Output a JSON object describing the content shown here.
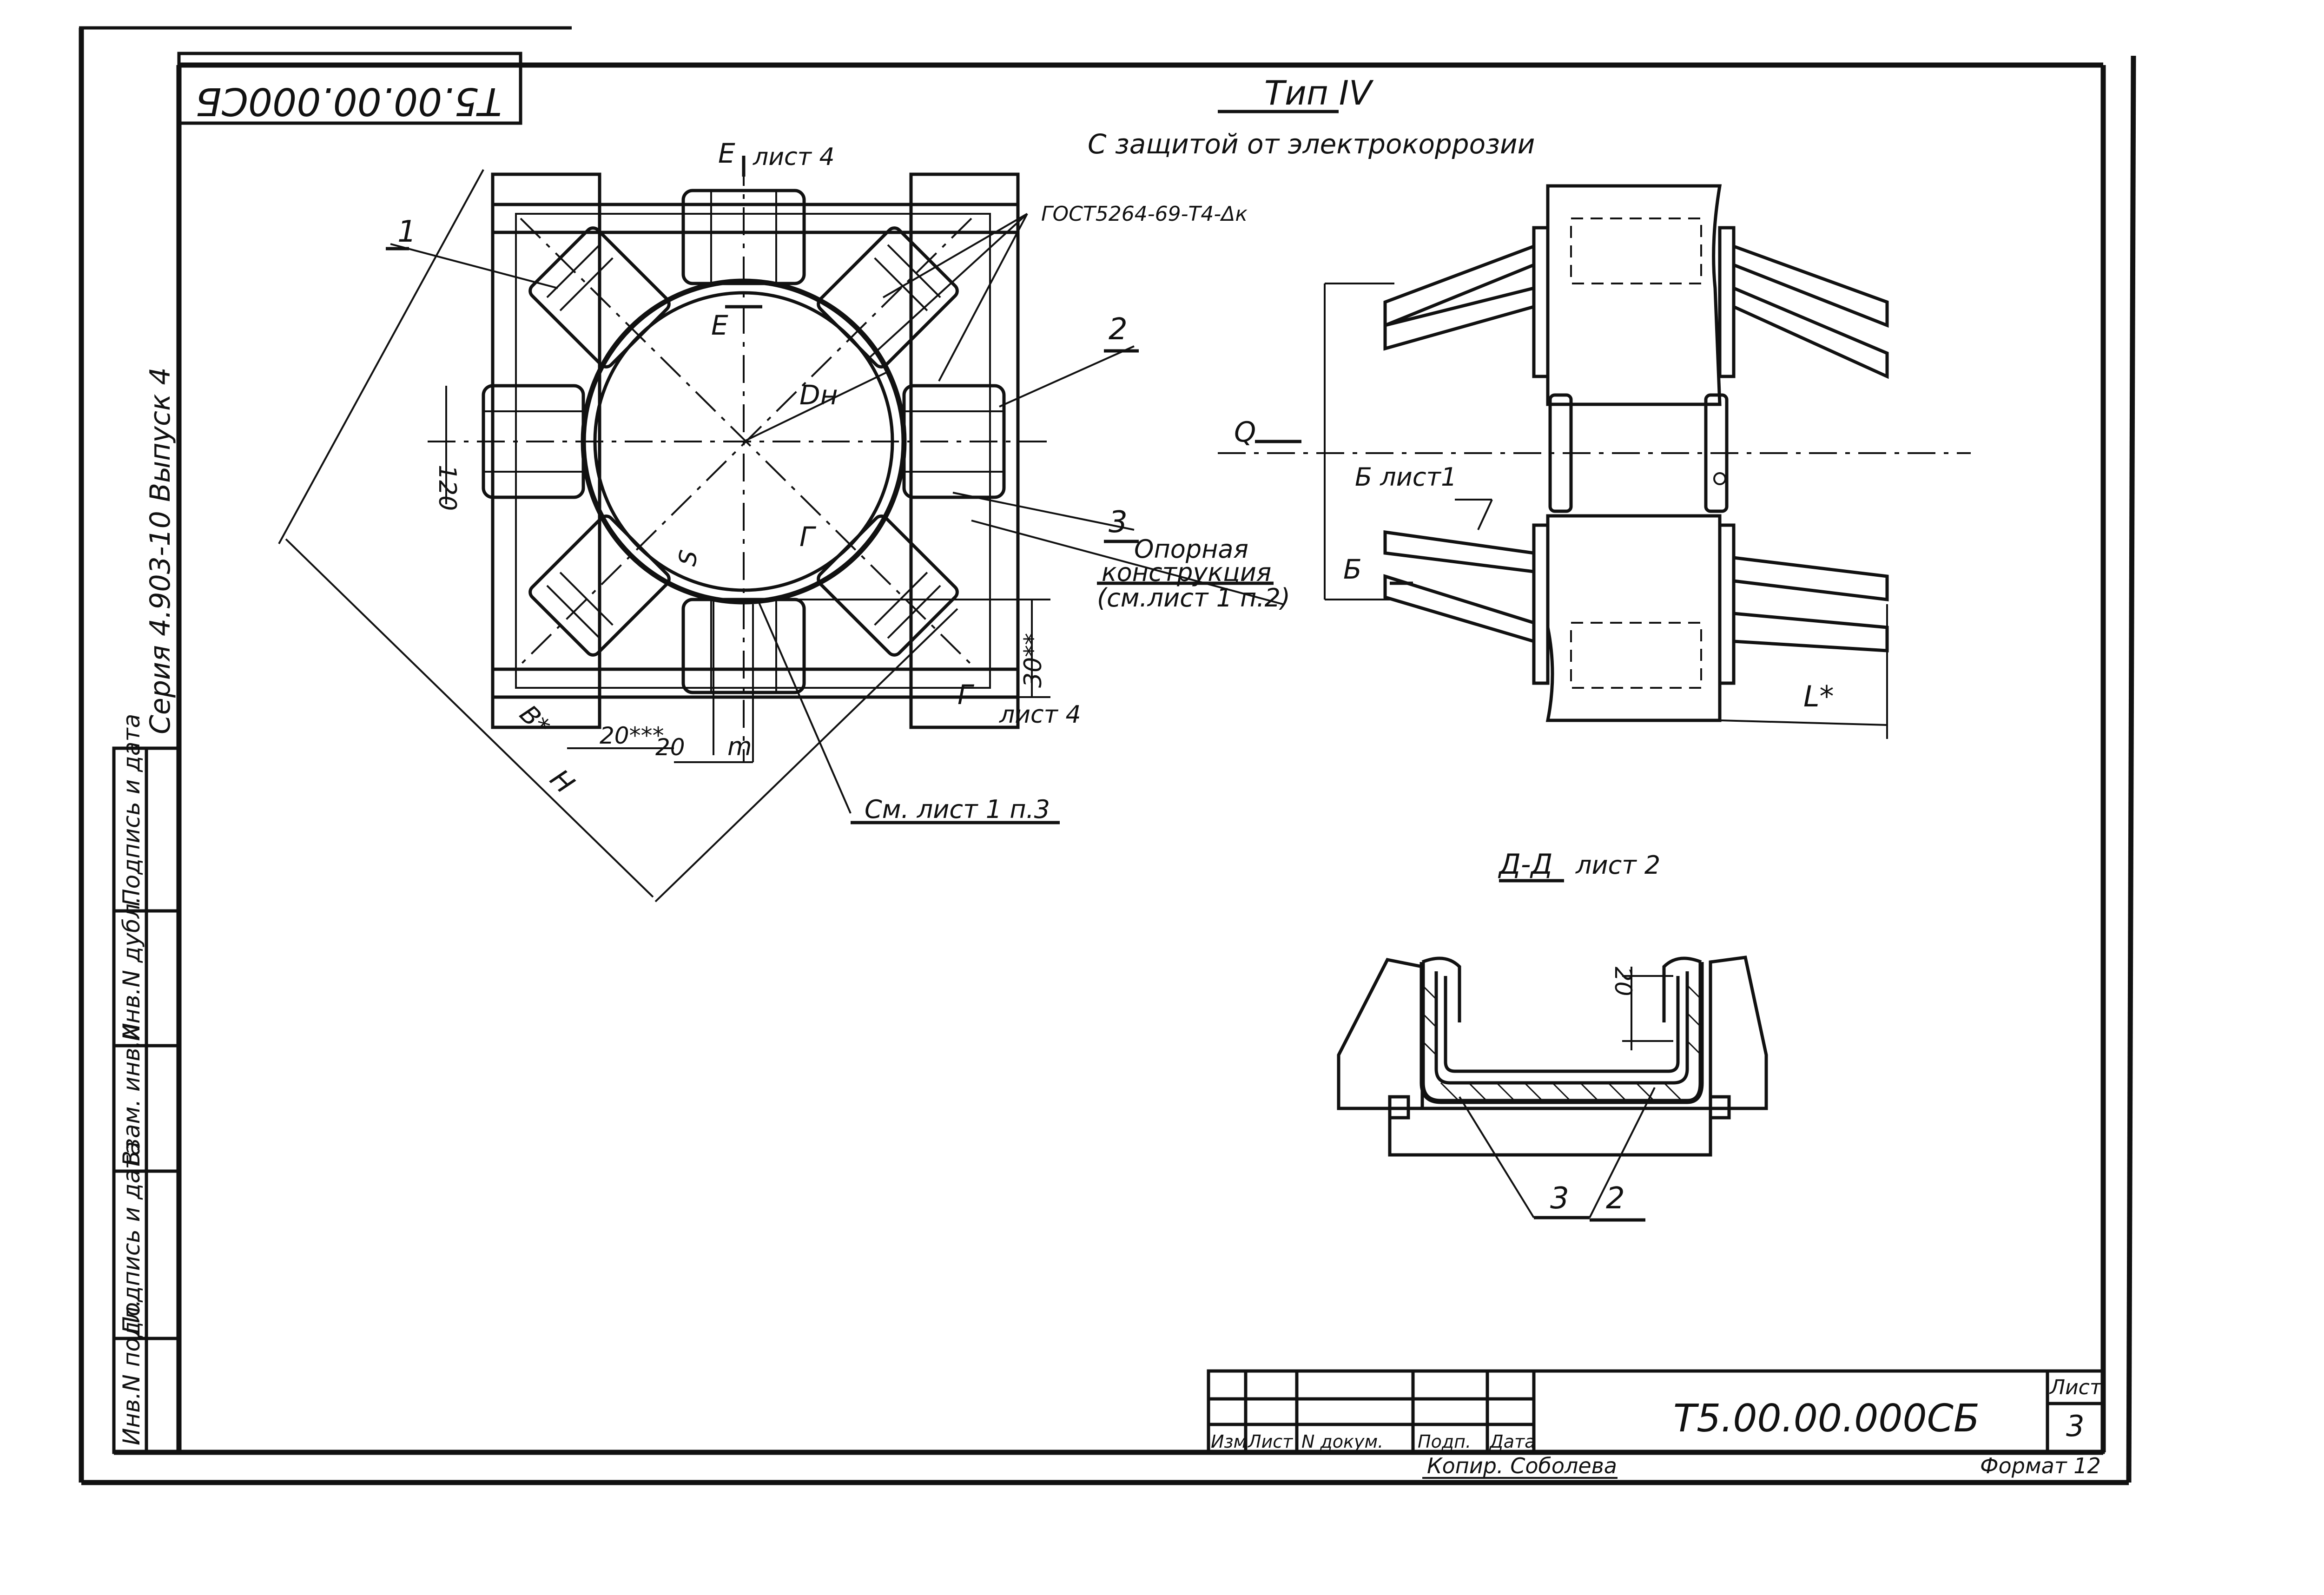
{
  "sheet": {
    "title_block_code": "Т5.00.00.000СБ",
    "stamp_code_rotated": "Т5.00.00.000СБ",
    "sheet_label": "Лист",
    "sheet_number": "3",
    "format_label": "Формат 12",
    "copied_by": "Копир. Соболева",
    "series_note": "Серия 4.903-10   Выпуск 4"
  },
  "title": {
    "type": "Тип IV",
    "subtitle": "С защитой от электрокоррозии"
  },
  "title_block": {
    "columns": [
      "Изм",
      "Лист",
      "N докум.",
      "Подп.",
      "Дата"
    ]
  },
  "left_stamp": {
    "fields": [
      "Инв.N подл.",
      "Подпись и дата",
      "Взам. инв.N",
      "Инв.N дубл.",
      "Подпись и дата"
    ]
  },
  "main_view": {
    "labels": {
      "e_top": "Е",
      "sheet4_top": "лист 4",
      "e_mid": "Е",
      "gost": "ГОСТ5264-69-Т4-Δк",
      "pos1": "1",
      "pos2": "2",
      "pos3": "3",
      "dn": "Dн",
      "s": "S",
      "g_mid": "Г",
      "g_bot": "Г",
      "sheet4_bot": "лист 4",
      "dim_120": "120",
      "dim_b": "В*",
      "dim_20a": "20***",
      "dim_20b": "20",
      "dim_m": "m",
      "dim_30": "30**",
      "dim_h": "Н",
      "support_1": "Опорная",
      "support_2": "конструкция",
      "support_3": "(см.лист 1 п.2)",
      "see_sheet": "См. лист 1 п.3"
    }
  },
  "side_view": {
    "labels": {
      "q": "Q",
      "b_sheet1": "Б лист1",
      "b": "Б",
      "l": "L*"
    }
  },
  "section_view": {
    "labels": {
      "title": "Д-Д",
      "sheet": "лист 2",
      "dim_20": "20",
      "pos3": "3",
      "pos2": "2"
    }
  }
}
